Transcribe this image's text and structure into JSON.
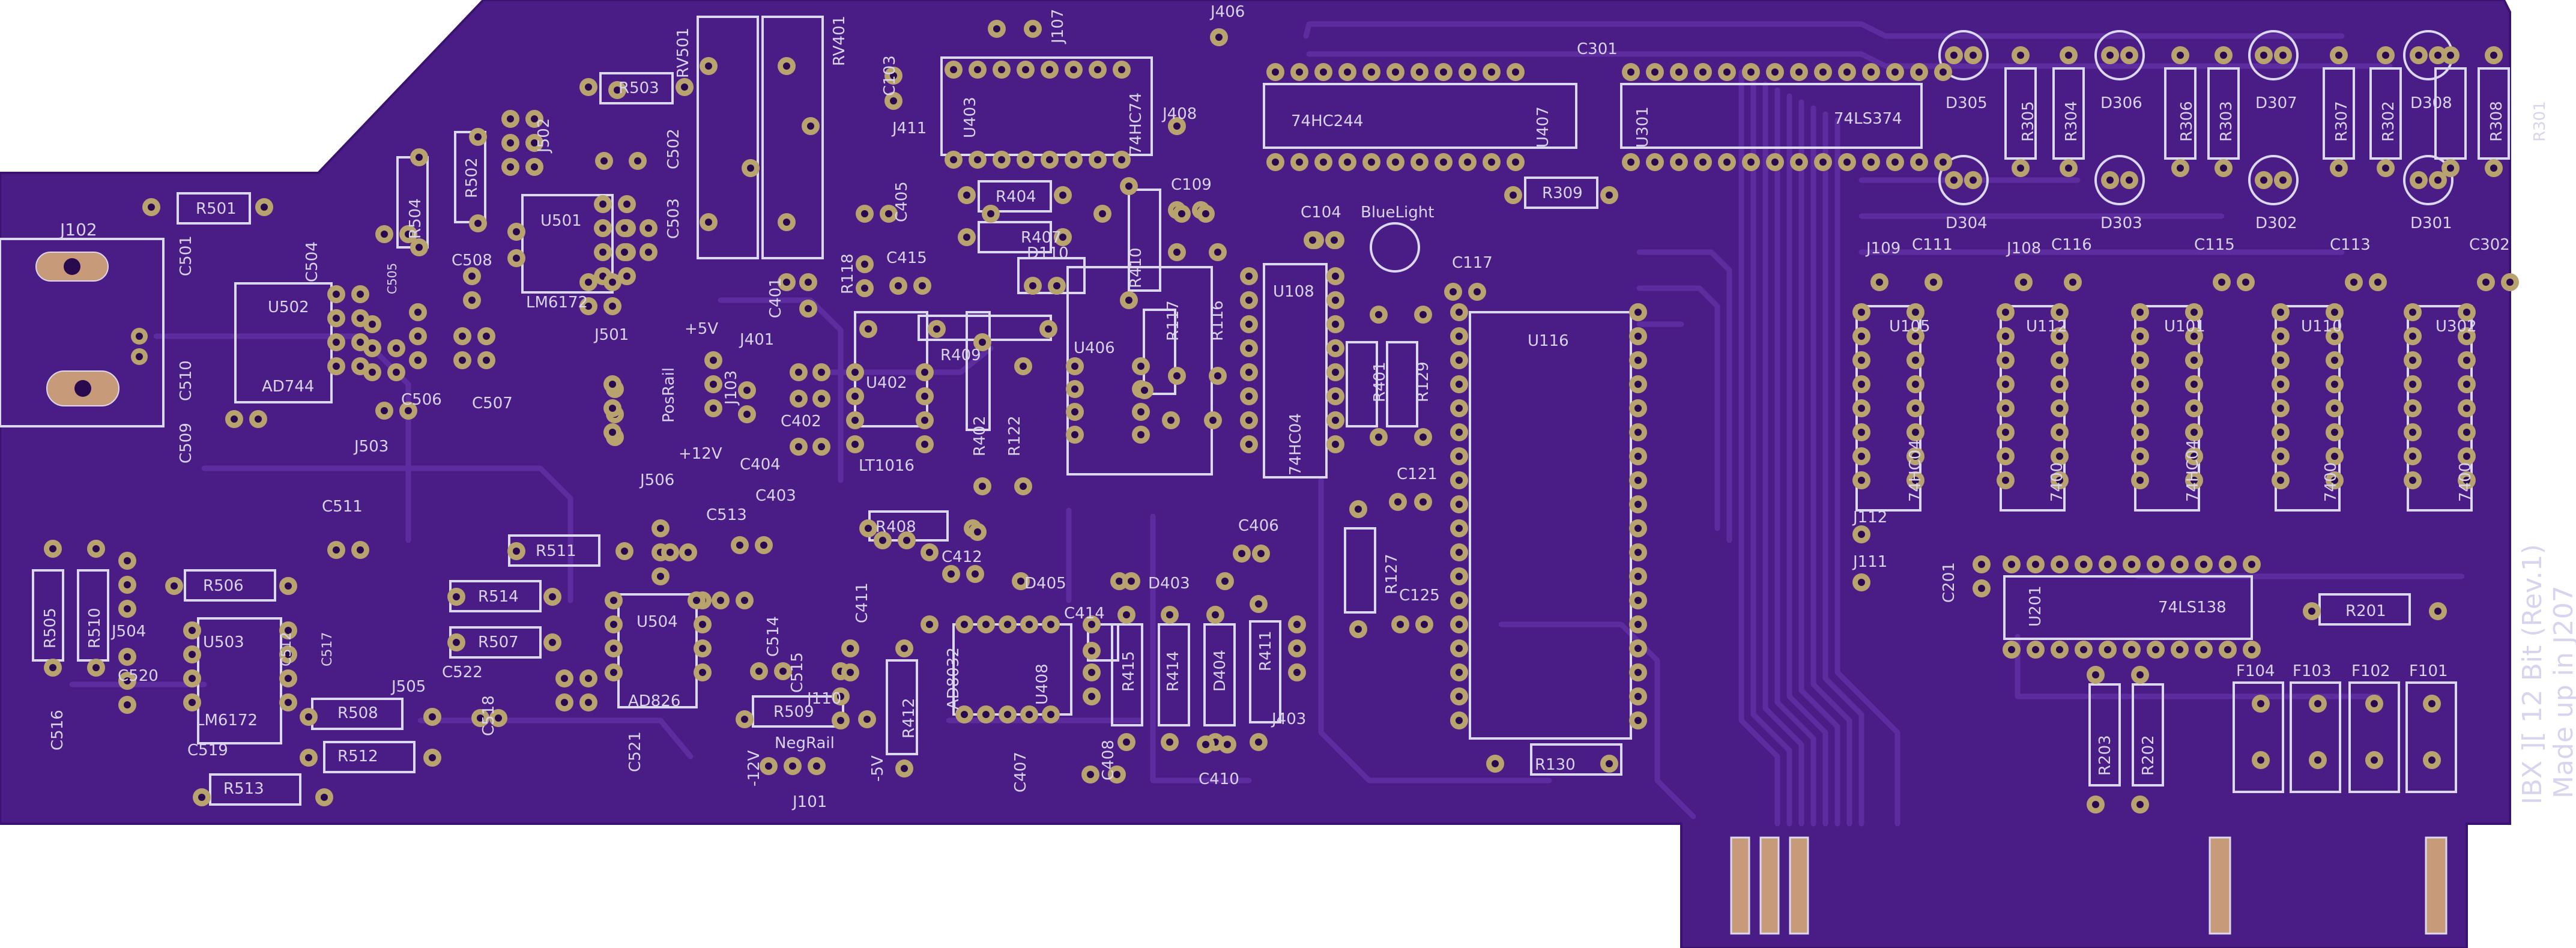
{
  "colors": {
    "background": "#ffffff",
    "board": "#4a1c86",
    "copper_trace": "#5b2a9c",
    "silkscreen": "#dcd8f0",
    "pad_ring": "#b8a36e",
    "pad_hole": "#2a0a4e",
    "edge_finger": "#c79a7a"
  },
  "board_text": {
    "line1": "IBX ][ 12 Bit (Rev.1)",
    "line2": "Made up in J207"
  },
  "labels": {
    "j102": "J102",
    "r501": "R501",
    "c501": "C501",
    "c504": "C504",
    "r504": "R504",
    "r502": "R502",
    "j502": "J502",
    "r503": "R503",
    "rv501": "RV501",
    "rv401": "RV401",
    "c502": "C502",
    "c503": "C503",
    "u501": "U501",
    "lm6172_a": "LM6172",
    "c508": "C508",
    "u502": "U502",
    "c505": "C505",
    "ad744": "AD744",
    "c510": "C510",
    "c506": "C506",
    "c507": "C507",
    "j503": "J503",
    "c509": "C509",
    "j501": "J501",
    "plus5v": "+5V",
    "posrail": "PosRail",
    "j103": "J103",
    "plus12v": "+12V",
    "j401": "J401",
    "c401": "C401",
    "r118": "R118",
    "c402": "C402",
    "c404": "C404",
    "u402": "U402",
    "lt1016": "LT1016",
    "c103": "C103",
    "j411": "J411",
    "u403": "U403",
    "hc74": "74HC74",
    "j107": "J107",
    "j408": "J408",
    "c405": "C405",
    "r404": "R404",
    "r407": "R407",
    "c415": "C415",
    "d110": "D110",
    "r409": "R409",
    "r402": "R402",
    "r122": "R122",
    "u406": "U406",
    "r410": "R410",
    "c109": "C109",
    "r117": "R117",
    "r116": "R116",
    "j406": "J406",
    "hc244": "74HC244",
    "u407": "U407",
    "c301": "C301",
    "u301": "U301",
    "ls374": "74LS374",
    "r309": "R309",
    "c104": "C104",
    "u108": "U108",
    "hc04_a": "74HC04",
    "bluelight": "BlueLight",
    "r401": "R401",
    "r129": "R129",
    "c117": "C117",
    "u116": "U116",
    "c121": "C121",
    "r127": "R127",
    "c125": "C125",
    "r130": "R130",
    "d305": "D305",
    "r305": "R305",
    "r304": "R304",
    "d306": "D306",
    "r306": "R306",
    "r303": "R303",
    "d307": "D307",
    "r307": "R307",
    "r302": "R302",
    "d308": "D308",
    "r308": "R308",
    "r301": "R301",
    "d304": "D304",
    "d303": "D303",
    "d302": "D302",
    "d301": "D301",
    "j109": "J109",
    "c111": "C111",
    "j108": "J108",
    "c116": "C116",
    "c115": "C115",
    "c113": "C113",
    "c302": "C302",
    "u105": "U105",
    "hc04_b": "74HC04",
    "u112": "U112",
    "s7400_a": "7400",
    "u101": "U101",
    "hc04_c": "74HC04",
    "u110": "U110",
    "s7400_b": "7400",
    "u302": "U302",
    "s7400_c": "7400",
    "j112": "J112",
    "j111": "J111",
    "c201": "C201",
    "u201": "U201",
    "ls138": "74LS138",
    "r201": "R201",
    "f104": "F104",
    "f103": "F103",
    "f102": "F102",
    "f101": "F101",
    "r203": "R203",
    "r202": "R202",
    "r505": "R505",
    "r510": "R510",
    "r506": "R506",
    "j504": "J504",
    "c520": "C520",
    "u503": "U503",
    "c512": "C512",
    "c517": "C517",
    "lm6172_b": "LM6172",
    "c516": "C516",
    "c519": "C519",
    "r513": "R513",
    "c511": "C511",
    "r508": "R508",
    "r512": "R512",
    "j505": "J505",
    "r511": "R511",
    "r514": "R514",
    "r507": "R507",
    "c522": "C522",
    "c518": "C518",
    "c521": "C521",
    "j506": "J506",
    "c513": "C513",
    "u504": "U504",
    "ad826": "AD826",
    "c514": "C514",
    "c515": "C515",
    "r509": "R509",
    "j110": "J110",
    "c403": "C403",
    "r408": "R408",
    "c411": "C411",
    "r412": "R412",
    "minus12v": "-12V",
    "negrail": "NegRail",
    "minus5v": "-5V",
    "j101": "J101",
    "c412": "C412",
    "d405": "D405",
    "d403": "D403",
    "c406": "C406",
    "c414": "C414",
    "ad8032": "AD8032",
    "u408": "U408",
    "r415": "R415",
    "r414": "R414",
    "d404": "D404",
    "r411": "R411",
    "j403": "J403",
    "c407": "C407",
    "c408": "C408",
    "c410": "C410"
  }
}
